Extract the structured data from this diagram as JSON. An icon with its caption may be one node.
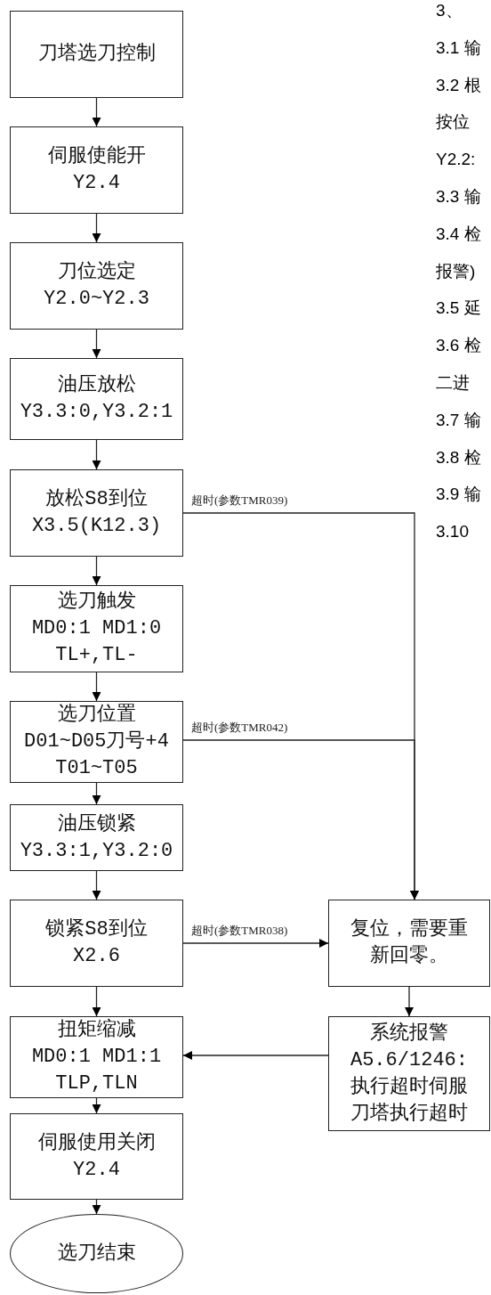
{
  "diagram": {
    "nodes": [
      {
        "text": [
          "刀塔选刀控制"
        ]
      },
      {
        "text": [
          "伺服使能开",
          "Y2.4"
        ]
      },
      {
        "text": [
          "刀位选定",
          "Y2.0~Y2.3"
        ]
      },
      {
        "text": [
          "油压放松",
          "Y3.3:0,Y3.2:1"
        ]
      },
      {
        "text": [
          "放松S8到位",
          "X3.5(K12.3)"
        ]
      },
      {
        "text": [
          "选刀触发",
          "MD0:1 MD1:0",
          "TL+,TL-"
        ]
      },
      {
        "text": [
          "选刀位置",
          "D01~D05刀号+4",
          "T01~T05"
        ]
      },
      {
        "text": [
          "油压锁紧",
          "Y3.3:1,Y3.2:0"
        ]
      },
      {
        "text": [
          "锁紧S8到位",
          "X2.6"
        ]
      },
      {
        "text": [
          "扭矩缩减",
          "MD0:1 MD1:1",
          "TLP,TLN"
        ]
      },
      {
        "text": [
          "伺服使用关闭",
          "Y2.4"
        ]
      },
      {
        "text": [
          "选刀结束"
        ]
      },
      {
        "text": [
          "复位，需要重新回零。"
        ]
      },
      {
        "text": [
          "系统报警",
          "A5.6/1246:",
          "执行超时伺服刀塔执行超时"
        ]
      }
    ],
    "edges": [
      {
        "from": 0,
        "to": 1,
        "arrow": "to"
      },
      {
        "from": 1,
        "to": 2,
        "arrow": "to"
      },
      {
        "from": 2,
        "to": 3,
        "arrow": "to"
      },
      {
        "from": 3,
        "to": 4,
        "arrow": "to"
      },
      {
        "from": 4,
        "to": 5,
        "arrow": "to"
      },
      {
        "from": 5,
        "to": 6,
        "arrow": "to"
      },
      {
        "from": 6,
        "to": 7,
        "arrow": "to"
      },
      {
        "from": 7,
        "to": 8,
        "arrow": "to"
      },
      {
        "from": 8,
        "to": 9,
        "arrow": "to"
      },
      {
        "from": 9,
        "to": 10,
        "arrow": "to"
      },
      {
        "from": 10,
        "to": 11,
        "arrow": "to"
      },
      {
        "from": 4,
        "to": 12,
        "arrow": "to",
        "label": "超时(参数TMR039)"
      },
      {
        "from": 6,
        "to": 12,
        "arrow": "to",
        "label": "超时(参数TMR042)"
      },
      {
        "from": 8,
        "to": 12,
        "arrow": "to",
        "label": "超时(参数TMR038)"
      },
      {
        "from": 12,
        "to": 13,
        "arrow": "to"
      },
      {
        "from": 13,
        "to": 9,
        "arrow": "to"
      }
    ],
    "labels": [
      "3、",
      "3.1 输",
      "3.2 根",
      "按位",
      "Y2.2:",
      "3.3 输",
      "3.4 检",
      "报警)",
      "3.5 延",
      "3.6 检",
      "二进",
      "3.7 输",
      "3.8 检",
      "3.9 输",
      "3.10"
    ]
  }
}
